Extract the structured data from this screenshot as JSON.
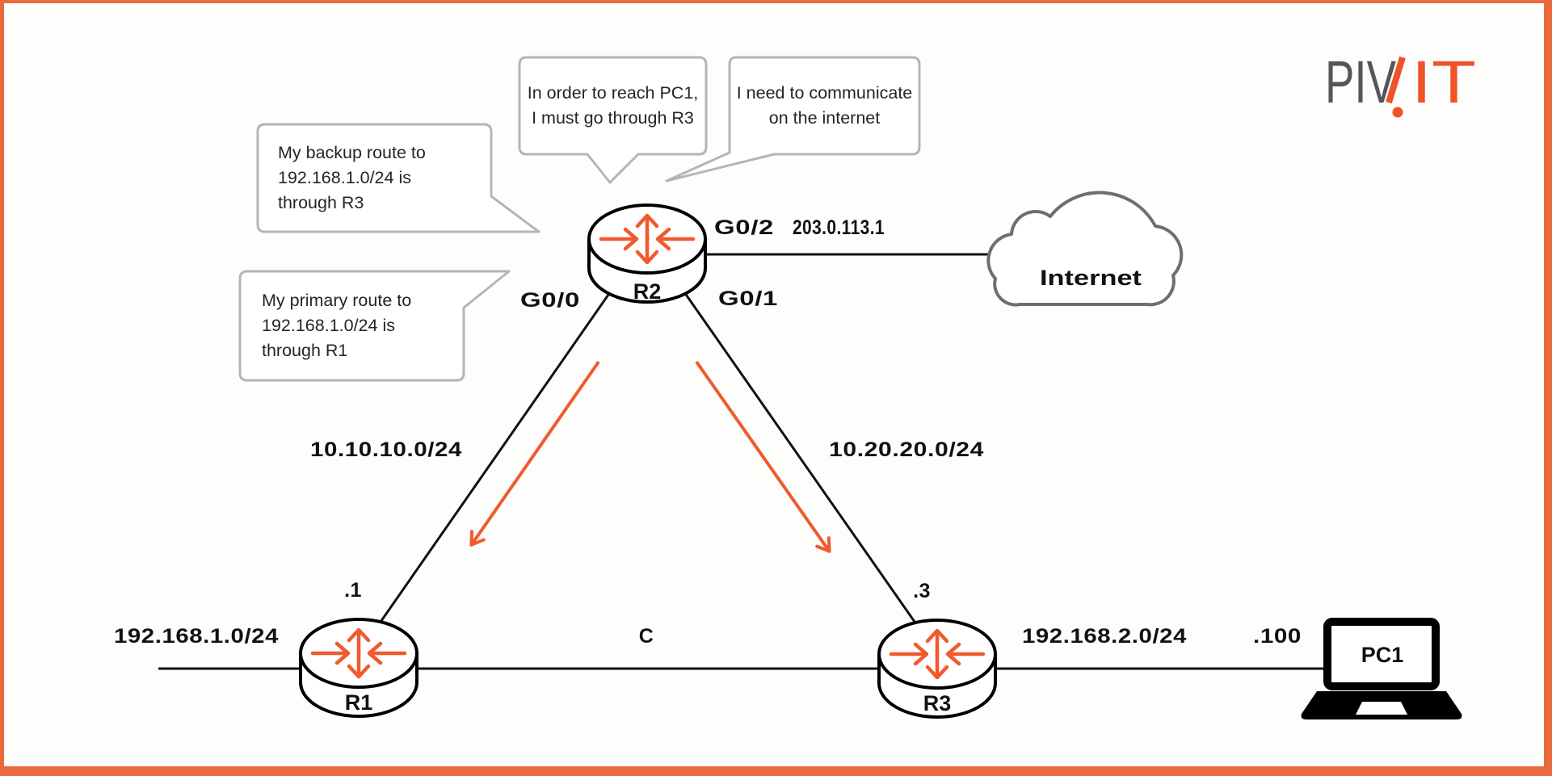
{
  "colors": {
    "accent_orange": "#f05a2e",
    "border_orange": "#ea6a3e",
    "logo_gray": "#54565b",
    "bubble_border": "#b3b5b7",
    "cloud_stroke": "#6d6e71",
    "line_black": "#111111"
  },
  "logo": {
    "gray_part": "PIV",
    "orange_part": "IT"
  },
  "speech_bubbles": {
    "reach_pc1": "In order to reach PC1,\nI must go through R3",
    "need_internet": "I need to communicate\non the internet",
    "backup_route": "My backup route to\n192.168.1.0/24 is\nthrough R3",
    "primary_route": "My primary route to\n192.168.1.0/24 is\nthrough R1"
  },
  "devices": {
    "r1": "R1",
    "r2": "R2",
    "r3": "R3",
    "pc1": "PC1",
    "cloud": "Internet"
  },
  "interfaces": {
    "r2_g00": "G0/0",
    "r2_g01": "G0/1",
    "r2_g02": "G0/2"
  },
  "networks": {
    "lan1": "192.168.1.0/24",
    "lan2": "192.168.2.0/24",
    "link_r2_r1": "10.10.10.0/24",
    "link_r2_r3": "10.20.20.0/24",
    "wan_ip": "203.0.113.1",
    "r1_host_octet": ".1",
    "r3_host_octet": ".3",
    "pc1_host_octet": ".100",
    "route_code": "C"
  }
}
